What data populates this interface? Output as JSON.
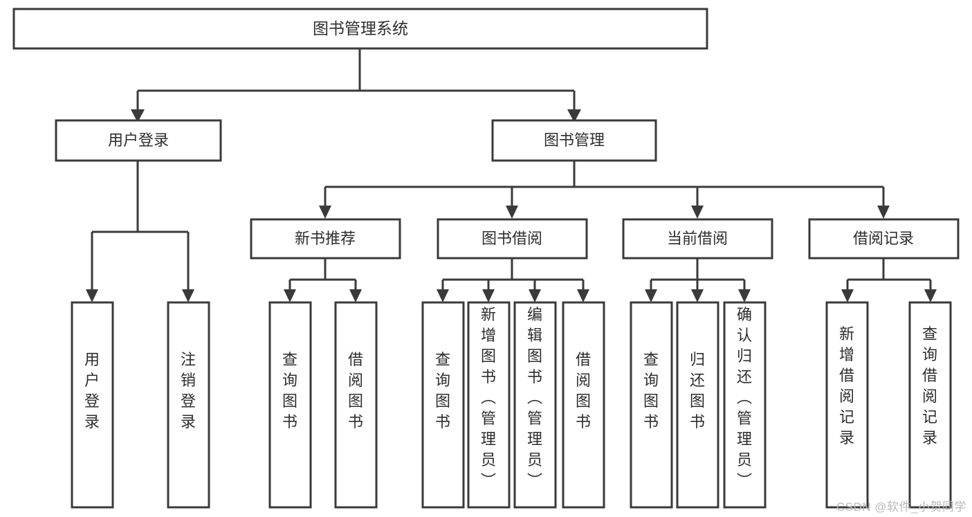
{
  "diagram": {
    "type": "tree-hierarchy",
    "title": "图书管理系统",
    "watermark": "CSDN @软件_小贺同学",
    "colors": {
      "box_border": "#3a3a3a",
      "box_fill": "#ffffff",
      "text": "#2d2d2d",
      "connector": "#3a3a3a",
      "background": "#ffffff",
      "watermark": "#b9b9b9"
    },
    "levels": {
      "root": {
        "label": "图书管理系统"
      },
      "level2": [
        {
          "id": "user-login",
          "label": "用户登录"
        },
        {
          "id": "book-management",
          "label": "图书管理"
        }
      ],
      "level3": [
        {
          "id": "new-book-recommend",
          "label": "新书推荐",
          "parent": "book-management"
        },
        {
          "id": "book-borrow",
          "label": "图书借阅",
          "parent": "book-management"
        },
        {
          "id": "current-borrow",
          "label": "当前借阅",
          "parent": "book-management"
        },
        {
          "id": "borrow-record",
          "label": "借阅记录",
          "parent": "book-management"
        }
      ],
      "leaves": [
        {
          "id": "leaf-user-login",
          "label": "用户登录",
          "parent": "user-login"
        },
        {
          "id": "leaf-logout-login",
          "label": "注销登录",
          "parent": "user-login"
        },
        {
          "id": "leaf-query-book-1",
          "label": "查询图书",
          "parent": "new-book-recommend"
        },
        {
          "id": "leaf-borrow-book-1",
          "label": "借阅图书",
          "parent": "new-book-recommend"
        },
        {
          "id": "leaf-query-book-2",
          "label": "查询图书",
          "parent": "book-borrow"
        },
        {
          "id": "leaf-add-book",
          "label": "新增图书（管理员）",
          "parent": "book-borrow"
        },
        {
          "id": "leaf-edit-book",
          "label": "编辑图书（管理员）",
          "parent": "book-borrow"
        },
        {
          "id": "leaf-borrow-book-2",
          "label": "借阅图书",
          "parent": "book-borrow"
        },
        {
          "id": "leaf-query-book-3",
          "label": "查询图书",
          "parent": "current-borrow"
        },
        {
          "id": "leaf-return-book",
          "label": "归还图书",
          "parent": "current-borrow"
        },
        {
          "id": "leaf-confirm-return",
          "label": "确认归还（管理员）",
          "parent": "current-borrow"
        },
        {
          "id": "leaf-add-record",
          "label": "新增借阅记录",
          "parent": "borrow-record"
        },
        {
          "id": "leaf-query-record",
          "label": "查询借阅记录",
          "parent": "borrow-record"
        }
      ]
    }
  }
}
